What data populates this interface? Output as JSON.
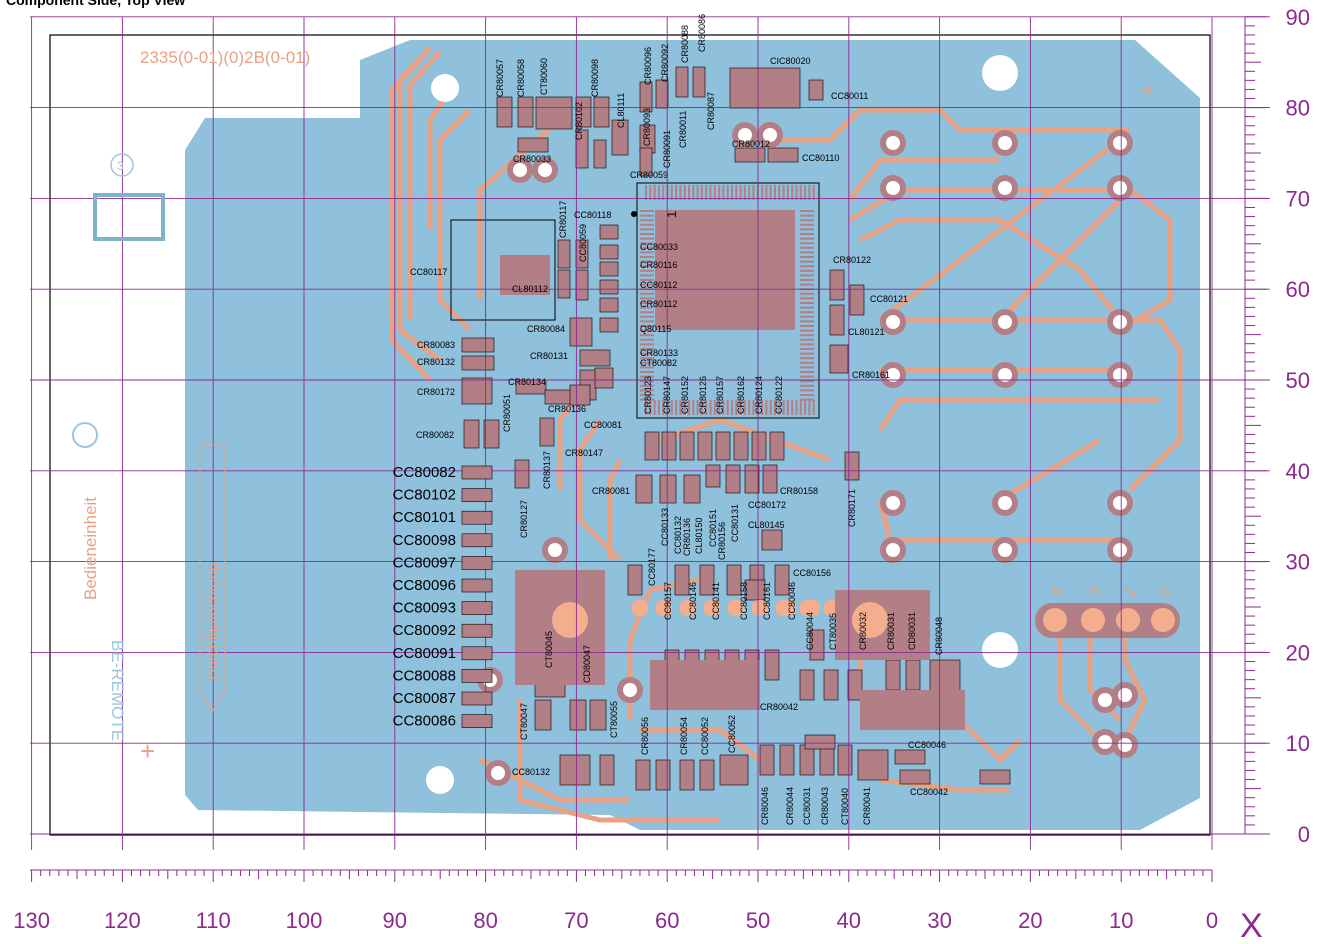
{
  "title": "Component Side, Top View",
  "axis": {
    "x_ticks": [
      "130",
      "120",
      "110",
      "100",
      "90",
      "80",
      "70",
      "60",
      "50",
      "40",
      "30",
      "20",
      "10",
      "0"
    ],
    "y_ticks": [
      "90",
      "80",
      "70",
      "60",
      "50",
      "40",
      "30",
      "20",
      "10",
      "0"
    ],
    "x_label": "X",
    "color": "#8b2a8f"
  },
  "colors": {
    "board": "#8fc0dc",
    "trace": "#e9a184",
    "pad": "#b37f86",
    "grid": "#8b2a8f"
  },
  "board_text": {
    "part_number": "2335",
    "part_number_mirror": "(0-01)(0)2B(0-01)",
    "vertical_left_1": "BE-REMOTE",
    "vertical_left_2": "Bedieneinheit",
    "direction": "Durchlaufrichtung",
    "circle_mark": "3"
  },
  "connector_pins": [
    "4",
    "3",
    "1",
    "2"
  ],
  "labels": {
    "cc_column": [
      "CC80082",
      "CC80102",
      "CC80101",
      "CC80098",
      "CC80097",
      "CC80096",
      "CC80093",
      "CC80092",
      "CC80091",
      "CC80088",
      "CC80087",
      "CC80086"
    ],
    "misc": [
      "CR80057",
      "CR80058",
      "CT80060",
      "CR80098",
      "CR80096",
      "CR80092",
      "CR80088",
      "CR80086",
      "CIC80020",
      "CC80011",
      "CR80033",
      "CR80102",
      "CL80111",
      "CR80087",
      "CR80093",
      "CR80091",
      "CR80011",
      "CR80012",
      "CC80110",
      "CR80059",
      "CC80118",
      "CR80117",
      "CC80059",
      "CC80033",
      "CR80116",
      "CC80112",
      "CR80112",
      "Q80115",
      "CC80117",
      "CL80112",
      "CR80084",
      "CR80083",
      "CR80132",
      "CR80131",
      "CR80133",
      "CT80082",
      "CR80172",
      "CR80134",
      "CR80136",
      "CC80081",
      "CR80082",
      "CR80051",
      "CR80137",
      "CR80147",
      "CR80081",
      "CR80127",
      "CR80123",
      "CR80147",
      "CR80152",
      "CR80126",
      "CR80157",
      "CR80162",
      "CR80124",
      "CC80122",
      "CR80122",
      "CC80121",
      "CL80121",
      "CR80161",
      "CR80158",
      "CC80172",
      "CR80171",
      "CL80145",
      "CC80133",
      "CC80132",
      "CR80136",
      "CL80150",
      "CC80151",
      "CR80156",
      "CC80131",
      "CC80177",
      "CC80156",
      "CC80157",
      "CC80146",
      "CC80141",
      "CC80158",
      "CC80161",
      "CC80046",
      "CC80044",
      "CT80035",
      "CR80032",
      "CR80031",
      "CD80031",
      "CR80048",
      "CT80045",
      "CD80047",
      "CT80047",
      "CT80055",
      "CR80056",
      "CR80054",
      "CC80052",
      "CC80052",
      "CR80042",
      "CC80046",
      "CC80132",
      "CR80046",
      "CR80044",
      "CC80031",
      "CR80043",
      "CT80040",
      "CR80041",
      "CC80042"
    ],
    "ic_pin1": "1"
  }
}
